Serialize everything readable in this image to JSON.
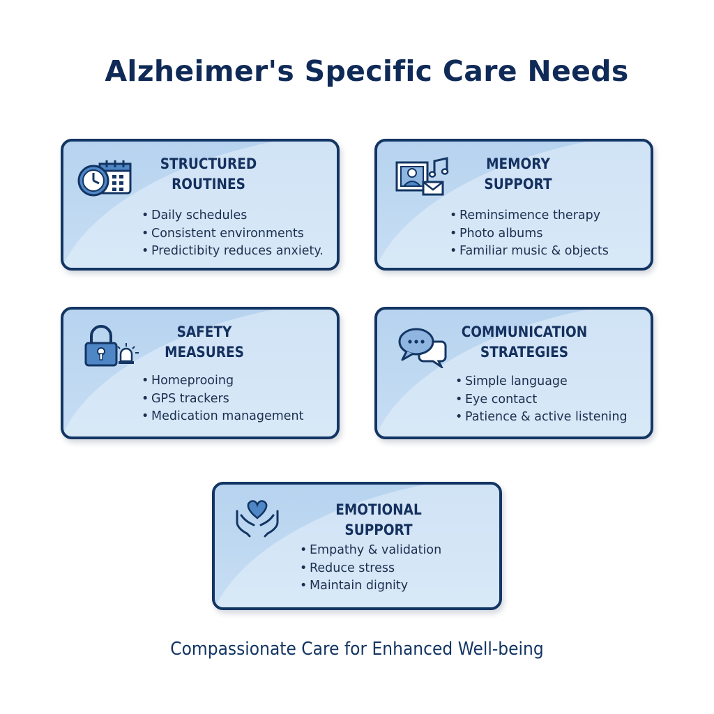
{
  "title": "Alzheimer's Specific Care Needs",
  "cards": [
    {
      "title_lines": [
        "STRUCTURED",
        "ROUTINES"
      ],
      "icon": "clock-calendar-icon",
      "items": [
        "Daily schedules",
        "Consistent environments",
        "Predictibity reduces anxiety."
      ]
    },
    {
      "title_lines": [
        "MEMORY",
        "SUPPORT"
      ],
      "icon": "photo-music-envelope-icon",
      "items": [
        "Reminsimence therapy",
        "Photo albums",
        "Familiar music & objects"
      ]
    },
    {
      "title_lines": [
        "SAFETY",
        "MEASURES"
      ],
      "icon": "padlock-alarm-icon",
      "items": [
        "Homeprooing",
        "GPS trackers",
        "Medication management"
      ]
    },
    {
      "title_lines": [
        "COMMUNICATION",
        "STRATEGIES"
      ],
      "icon": "speech-bubbles-icon",
      "items": [
        "Simple language",
        "Eye contact",
        "Patience & active listening"
      ]
    },
    {
      "title_lines": [
        "EMOTIONAL SUPPORT"
      ],
      "icon": "heart-hands-icon",
      "items": [
        "Empathy & validation",
        "Reduce stress",
        "Maintain dignity"
      ]
    }
  ],
  "footer": "Compassionate Care for Enhanced Well-being",
  "colors": {
    "title": "#0f2a57",
    "card_border": "#133563",
    "card_fill": "#b7d3ef",
    "icon_accent": "#4f86c6"
  }
}
